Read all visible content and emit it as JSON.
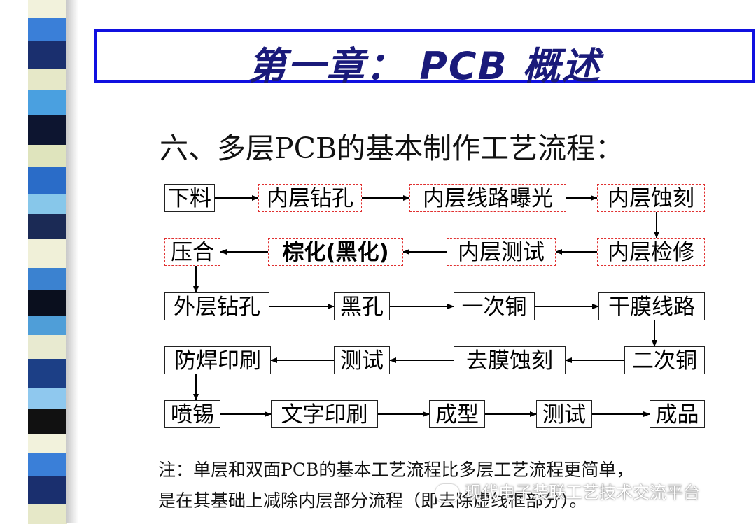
{
  "title": "第一章： PCB 概述",
  "section_heading": "六、多层PCB的基本制作工艺流程：",
  "flow": {
    "nodes": [
      {
        "id": "xialiao",
        "label": "下料",
        "style": "solid"
      },
      {
        "id": "nczk",
        "label": "内层钻孔",
        "style": "dashed"
      },
      {
        "id": "ncxlbg",
        "label": "内层线路曝光",
        "style": "dashed"
      },
      {
        "id": "ncsk",
        "label": "内层蚀刻",
        "style": "dashed"
      },
      {
        "id": "yahe",
        "label": "压合",
        "style": "dashed"
      },
      {
        "id": "zonghua",
        "label": "棕化(黑化)",
        "style": "dashed"
      },
      {
        "id": "nccs",
        "label": "内层测试",
        "style": "dashed"
      },
      {
        "id": "ncjx",
        "label": "内层检修",
        "style": "dashed"
      },
      {
        "id": "wczk",
        "label": "外层钻孔",
        "style": "solid"
      },
      {
        "id": "heikong",
        "label": "黑孔",
        "style": "solid"
      },
      {
        "id": "ycitong",
        "label": "一次铜",
        "style": "solid"
      },
      {
        "id": "gmxl",
        "label": "干膜线路",
        "style": "solid"
      },
      {
        "id": "fhyy",
        "label": "防焊印刷",
        "style": "solid"
      },
      {
        "id": "ceshi1",
        "label": "测试",
        "style": "solid"
      },
      {
        "id": "qmsk",
        "label": "去膜蚀刻",
        "style": "solid"
      },
      {
        "id": "ecitong",
        "label": "二次铜",
        "style": "solid"
      },
      {
        "id": "penxi",
        "label": "喷锡",
        "style": "solid"
      },
      {
        "id": "wzyy",
        "label": "文字印刷",
        "style": "solid"
      },
      {
        "id": "chengxing",
        "label": "成型",
        "style": "solid"
      },
      {
        "id": "ceshi2",
        "label": "测试",
        "style": "solid"
      },
      {
        "id": "chengpin",
        "label": "成品",
        "style": "solid"
      }
    ],
    "edges": [
      [
        "xialiao",
        "nczk"
      ],
      [
        "nczk",
        "ncxlbg"
      ],
      [
        "ncxlbg",
        "ncsk"
      ],
      [
        "ncsk",
        "ncjx"
      ],
      [
        "ncjx",
        "nccs"
      ],
      [
        "nccs",
        "zonghua"
      ],
      [
        "zonghua",
        "yahe"
      ],
      [
        "yahe",
        "wczk"
      ],
      [
        "wczk",
        "heikong"
      ],
      [
        "heikong",
        "ycitong"
      ],
      [
        "ycitong",
        "gmxl"
      ],
      [
        "gmxl",
        "ecitong"
      ],
      [
        "ecitong",
        "qmsk"
      ],
      [
        "qmsk",
        "ceshi1"
      ],
      [
        "ceshi1",
        "fhyy"
      ],
      [
        "fhyy",
        "penxi"
      ],
      [
        "penxi",
        "wzyy"
      ],
      [
        "wzyy",
        "chengxing"
      ],
      [
        "chengxing",
        "ceshi2"
      ],
      [
        "ceshi2",
        "chengpin"
      ]
    ]
  },
  "note": {
    "line1": "注：单层和双面PCB的基本工艺流程比多层工艺流程更简单，",
    "line2": "是在其基础上减除内层部分流程（即去除虚线框部分）。"
  },
  "watermark": "现代电子装联工艺技术交流平台",
  "colors": {
    "title_border": "#1010e0",
    "title_text": "#1a1a7a",
    "dashed_border": "#e03030"
  }
}
